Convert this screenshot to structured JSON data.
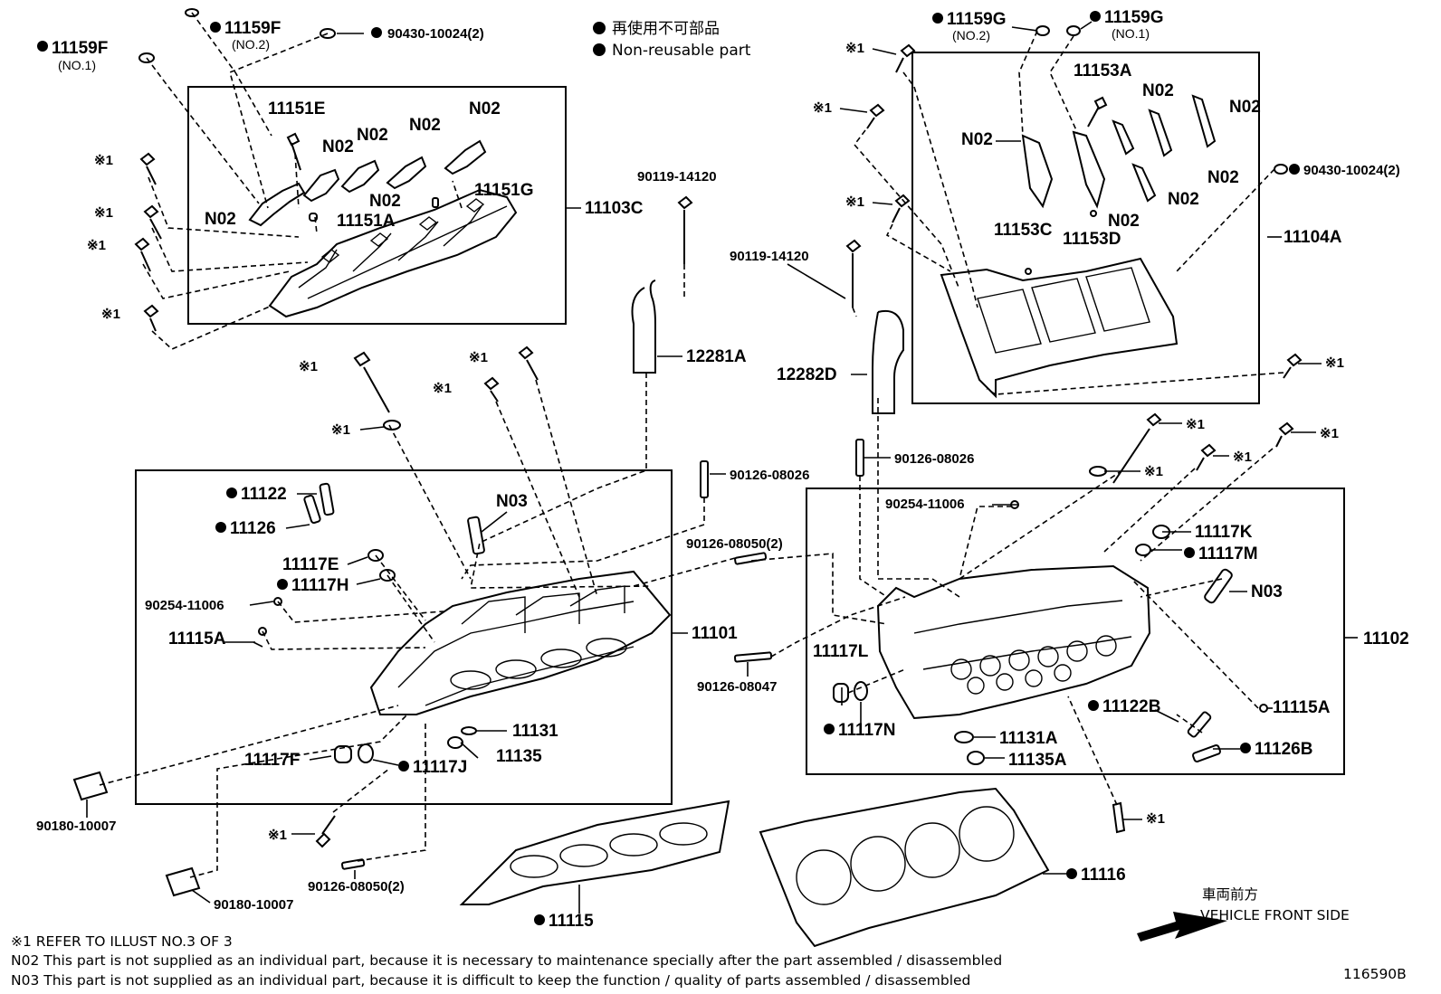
{
  "legend": {
    "ja": "再使用不可部品",
    "en": "Non-reusable part"
  },
  "labels": {
    "p11159F_no1": "11159F",
    "p11159F_no1_sub": "(NO.1)",
    "p11159F_no2": "11159F",
    "p11159F_no2_sub": "(NO.2)",
    "p90430_l": "90430-10024(2)",
    "p11151E": "11151E",
    "n02_a": "N02",
    "n02_b": "N02",
    "n02_c": "N02",
    "n02_d": "N02",
    "n02_e": "N02",
    "n02_f": "N02",
    "p11151G": "11151G",
    "p11151A": "11151A",
    "p11103C": "11103C",
    "ref1_a": "※1",
    "ref1_b": "※1",
    "ref1_c": "※1",
    "ref1_d": "※1",
    "p90119_l": "90119-14120",
    "p12281A": "12281A",
    "ref1_e": "※1",
    "ref1_f": "※1",
    "ref1_g": "※1",
    "ref1_h": "※1",
    "p90126_08026_l": "90126-08026",
    "p11122": "11122",
    "p11126": "11126",
    "n03_l": "N03",
    "p11117E": "11117E",
    "p11117H": "11117H",
    "p90254_l": "90254-11006",
    "p11115A_l": "11115A",
    "p11101": "11101",
    "p90126_08050_top": "90126-08050(2)",
    "p11131": "11131",
    "p11135": "11135",
    "p11117F": "11117F",
    "p11117J": "11117J",
    "p90180_a": "90180-10007",
    "ref1_i": "※1",
    "p90180_b": "90180-10007",
    "p90126_08050_bot": "90126-08050(2)",
    "p11115": "11115",
    "p11159G_no2": "11159G",
    "p11159G_no2_sub": "(NO.2)",
    "p11159G_no1": "11159G",
    "p11159G_no1_sub": "(NO.1)",
    "ref1_j": "※1",
    "p11153A": "11153A",
    "n02_g": "N02",
    "n02_h": "N02",
    "n02_i": "N02",
    "n02_j": "N02",
    "n02_k": "N02",
    "n02_l": "N02",
    "ref1_k": "※1",
    "p90430_r": "90430-10024(2)",
    "ref1_l": "※1",
    "p11153C": "11153C",
    "p11153D": "11153D",
    "p11104A": "11104A",
    "p90119_r": "90119-14120",
    "p12282D": "12282D",
    "ref1_m": "※1",
    "ref1_n": "※1",
    "ref1_o": "※1",
    "ref1_p": "※1",
    "ref1_q": "※1",
    "p90126_08026_r": "90126-08026",
    "p90254_r": "90254-11006",
    "p11117K": "11117K",
    "p11117M": "11117M",
    "n03_r": "N03",
    "p11102": "11102",
    "p90126_08047": "90126-08047",
    "p11117L": "11117L",
    "p11117N": "11117N",
    "p11122B": "11122B",
    "p11115A_r": "11115A",
    "p11131A": "11131A",
    "p11126B": "11126B",
    "p11135A": "11135A",
    "ref1_r": "※1",
    "p11116": "11116"
  },
  "direction": {
    "ja": "車両前方",
    "en": "VEHICLE FRONT SIDE"
  },
  "notes": {
    "ref": "※1 REFER TO ILLUST NO.3 OF 3",
    "n02": "N02  This part is not supplied as an individual part, because it is necessary to maintenance specially after the part assembled / disassembled",
    "n03": "N03  This part is not supplied as an individual part, because it is difficult to keep the function / quality of parts  assembled / disassembled"
  },
  "illustration_id": "116590B"
}
